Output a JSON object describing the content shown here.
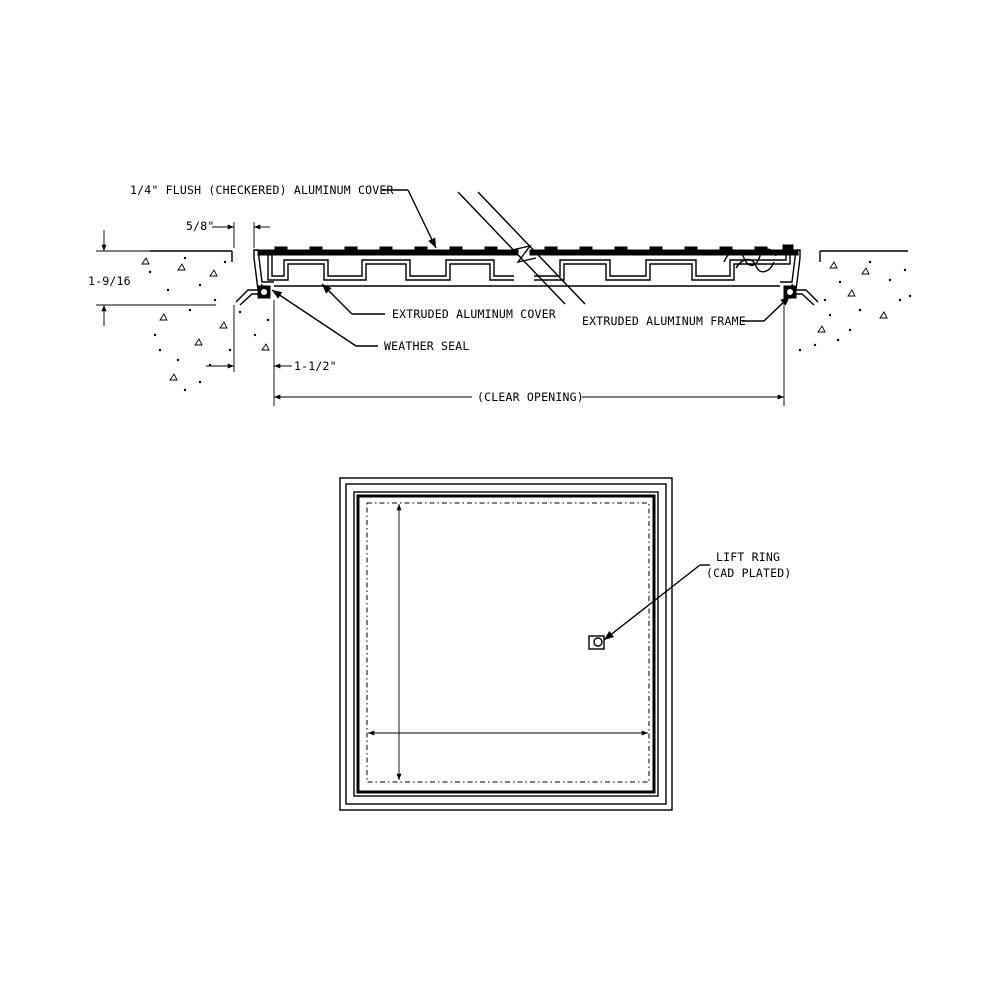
{
  "section_view": {
    "labels": {
      "cover": "1/4\" FLUSH (CHECKERED) ALUMINUM COVER",
      "cover_extrusion": "EXTRUDED ALUMINUM COVER",
      "frame": "EXTRUDED ALUMINUM FRAME",
      "seal": "WEATHER SEAL"
    },
    "dimensions": {
      "top_offset": "5/8\"",
      "depth": "1-9/16",
      "side_offset": "1-1/2\"",
      "opening": "(CLEAR OPENING)"
    }
  },
  "plan_view": {
    "lift_ring_line1": "LIFT RING",
    "lift_ring_line2": "(CAD PLATED)"
  }
}
